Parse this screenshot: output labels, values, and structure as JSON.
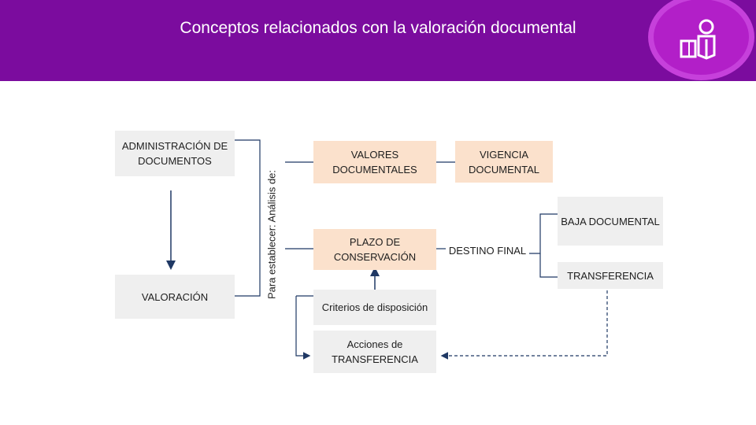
{
  "header": {
    "title": "Conceptos relacionados con la valoración documental",
    "brand_color": "#7b0c9e",
    "logo_icon": "book-person-icon"
  },
  "diagram": {
    "left_boxes": {
      "administracion": "ADMINISTRACIÓN DE DOCUMENTOS",
      "valoracion": "VALORACIÓN"
    },
    "vertical_label": "Para establecer:   Análisis de:",
    "middle_boxes": {
      "valores": "VALORES DOCUMENTALES",
      "plazo": "PLAZO DE CONSERVACIÓN",
      "criterios": "Criterios de disposición",
      "acciones": "Acciones de TRANSFERENCIA"
    },
    "right_boxes": {
      "vigencia": "VIGENCIA DOCUMENTAL",
      "destino": "DESTINO FINAL",
      "baja": "BAJA DOCUMENTAL",
      "transferencia": "TRANSFERENCIA"
    },
    "colors": {
      "gray_box": "#efefef",
      "peach_box": "#fbe1cc",
      "connector": "#1f3864"
    }
  }
}
